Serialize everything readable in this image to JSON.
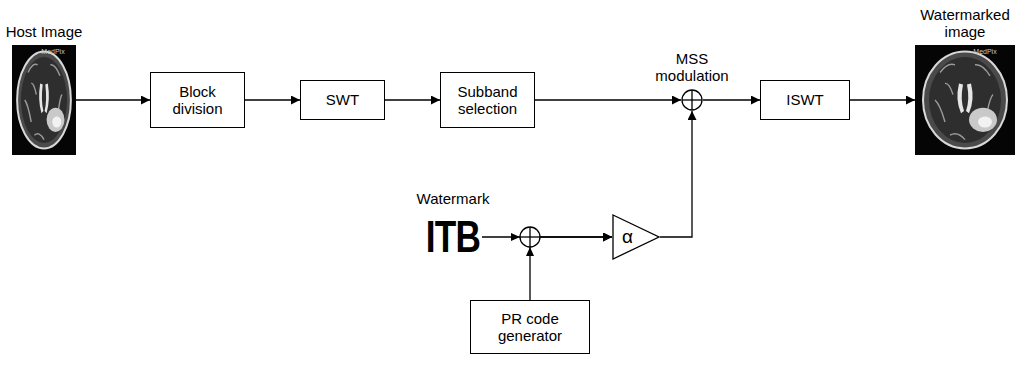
{
  "diagram": {
    "nodes": [
      {
        "text": [
          "Host Image"
        ]
      },
      {
        "text": [
          "Block division"
        ]
      },
      {
        "text": [
          "SWT"
        ]
      },
      {
        "text": [
          "Subband selection"
        ]
      },
      {
        "text": [
          "MSS modulation"
        ]
      },
      {
        "text": [
          "ISWT"
        ]
      },
      {
        "text": [
          "Watermarked image"
        ]
      },
      {
        "text": [
          "Watermark",
          "ITB"
        ]
      },
      {
        "text": [
          "α"
        ]
      },
      {
        "text": [
          "PR code generator"
        ]
      }
    ],
    "edges": [
      {
        "from": 0,
        "to": 1,
        "arrow": "to"
      },
      {
        "from": 1,
        "to": 2,
        "arrow": "to"
      },
      {
        "from": 2,
        "to": 3,
        "arrow": "to"
      },
      {
        "from": 3,
        "to": 4,
        "arrow": "to"
      },
      {
        "from": 4,
        "to": 5,
        "arrow": "to"
      },
      {
        "from": 5,
        "to": 6,
        "arrow": "to"
      },
      {
        "from": 7,
        "to": 8,
        "arrow": "to"
      },
      {
        "from": 9,
        "to": 8,
        "arrow": "to"
      },
      {
        "from": 8,
        "to": 4,
        "arrow": "to"
      }
    ],
    "labels": [
      "MedPix",
      "MedPix"
    ]
  }
}
